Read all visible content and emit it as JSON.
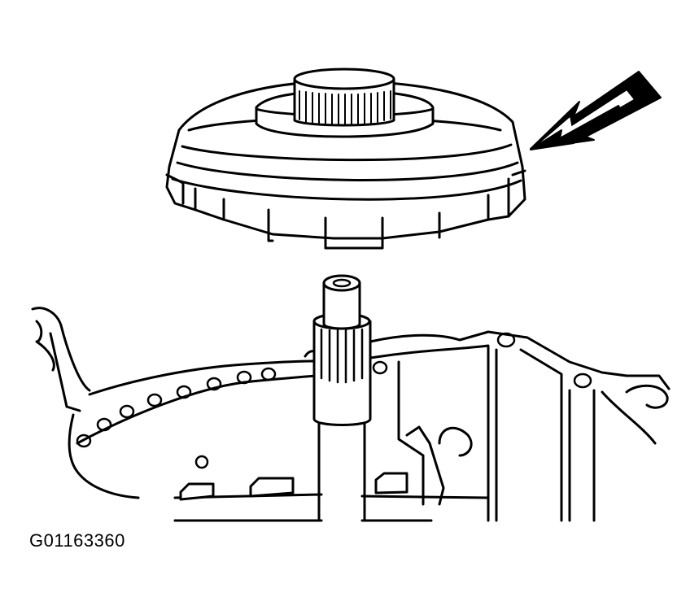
{
  "figure": {
    "id_label": "G01163360"
  },
  "colors": {
    "line": "#000000",
    "background": "#ffffff"
  },
  "parts": [
    {
      "name": "clutch-drum-assembly"
    },
    {
      "name": "indicator-arrow"
    },
    {
      "name": "input-shaft"
    },
    {
      "name": "transmission-case"
    }
  ]
}
